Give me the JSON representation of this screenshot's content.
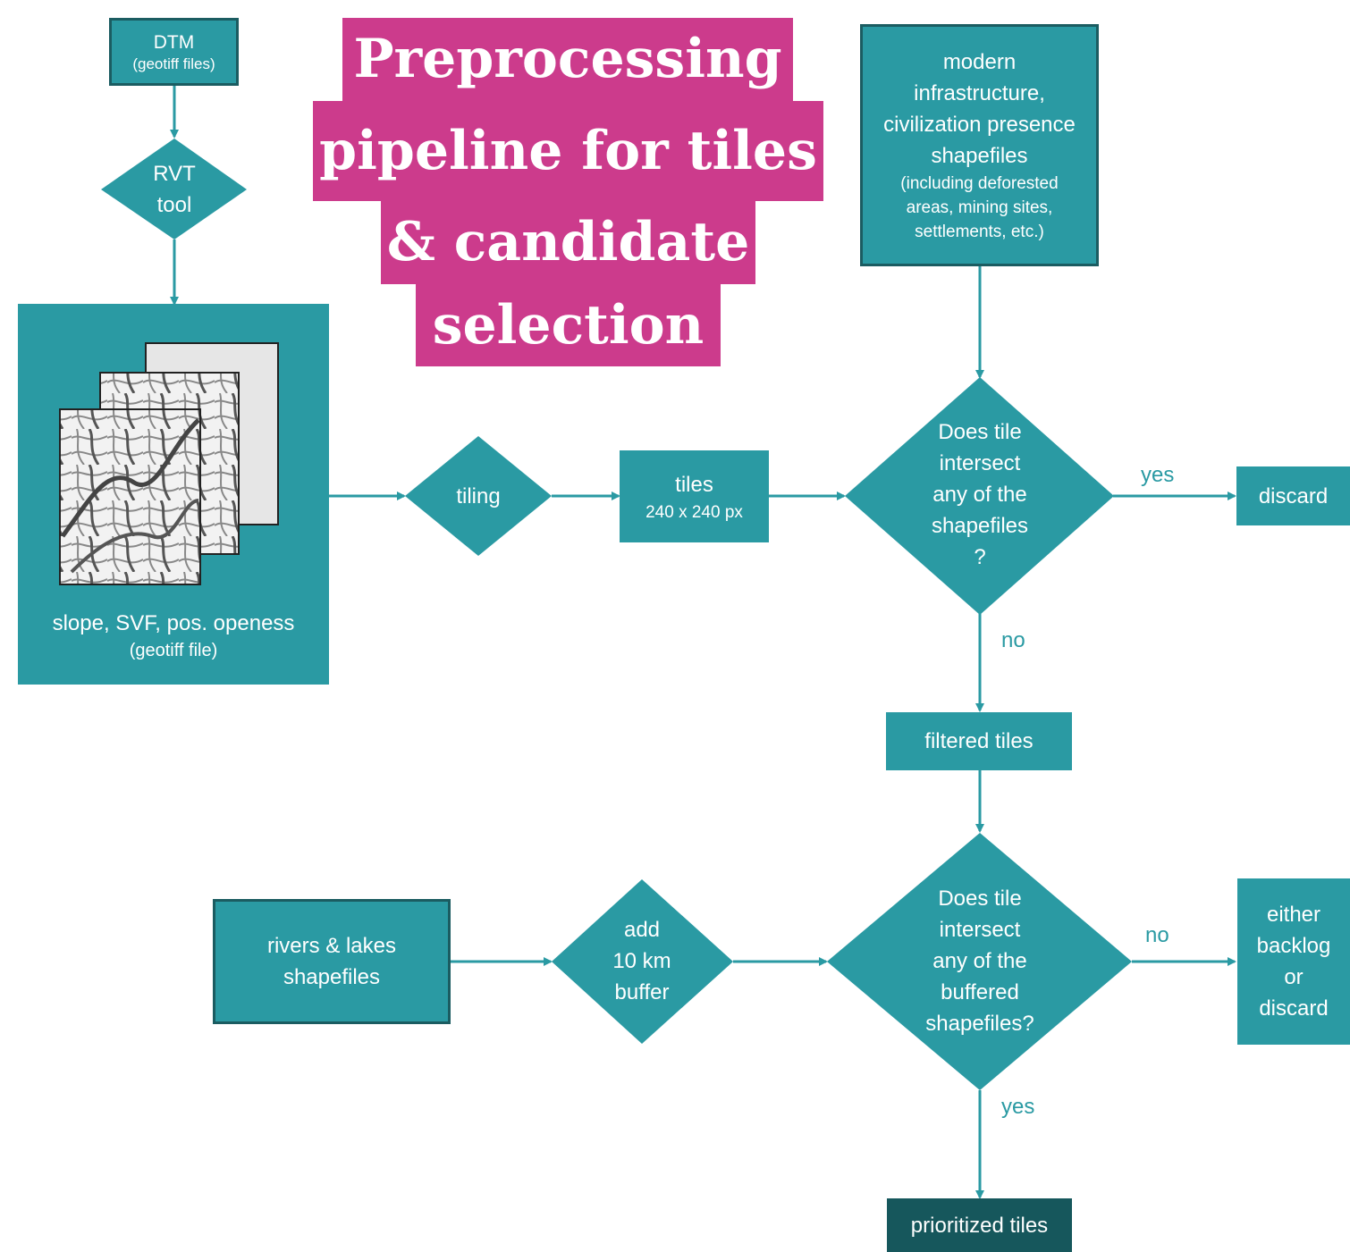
{
  "title": {
    "lines": [
      "Preprocessing",
      "pipeline for tiles",
      "& candidate",
      "selection"
    ]
  },
  "nodes": {
    "dtm": {
      "label": "DTM",
      "sublabel": "(geotiff files)"
    },
    "rvt": {
      "lines": [
        "RVT",
        "tool"
      ]
    },
    "rvt_output": {
      "label": "slope, SVF, pos. openess",
      "sublabel": "(geotiff file)"
    },
    "tiling": {
      "label": "tiling"
    },
    "tiles": {
      "label": "tiles",
      "sublabel": "240 x 240 px"
    },
    "infrastructure": {
      "lines": [
        "modern",
        "infrastructure,",
        "civilization presence",
        "shapefiles"
      ],
      "sublines": [
        "(including deforested",
        "areas, mining sites,",
        "settlements, etc.)"
      ]
    },
    "decision1": {
      "lines": [
        "Does tile",
        "intersect",
        "any of the",
        "shapefiles",
        "?"
      ]
    },
    "discard": {
      "label": "discard"
    },
    "filtered_tiles": {
      "label": "filtered tiles"
    },
    "rivers": {
      "lines": [
        "rivers & lakes",
        "shapefiles"
      ]
    },
    "buffer": {
      "lines": [
        "add",
        "10 km",
        "buffer"
      ]
    },
    "decision2": {
      "lines": [
        "Does tile",
        "intersect",
        "any of the",
        "buffered",
        "shapefiles?"
      ]
    },
    "backlog": {
      "lines": [
        "either",
        "backlog",
        "or",
        "discard"
      ]
    },
    "prioritized": {
      "label": "prioritized tiles"
    }
  },
  "edges": {
    "yes_discard": "yes",
    "no_filtered": "no",
    "no_backlog": "no",
    "yes_prioritized": "yes"
  },
  "colors": {
    "teal": "#2a9aa3",
    "dark_teal": "#16575c",
    "magenta": "#cc3b8c",
    "white": "#ffffff"
  }
}
